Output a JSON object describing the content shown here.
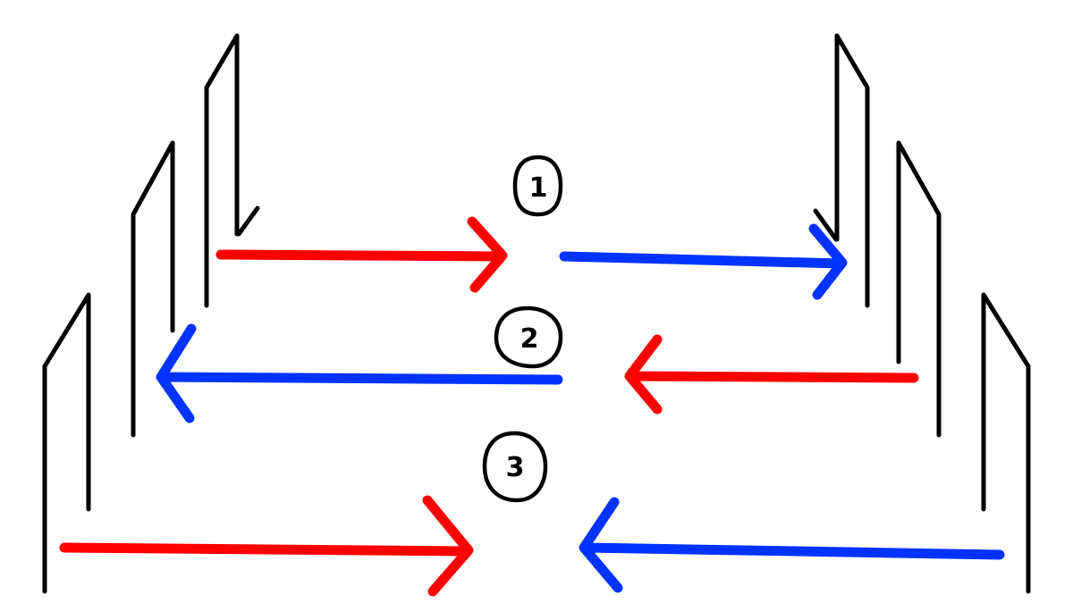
{
  "diagram": {
    "colors": {
      "wall": "#000000",
      "red": "#ff0000",
      "blue": "#0033ff"
    },
    "markers": [
      {
        "label": "1"
      },
      {
        "label": "2"
      },
      {
        "label": "3"
      }
    ],
    "rows": [
      {
        "left_arrow": {
          "color": "red",
          "direction": "right"
        },
        "right_arrow": {
          "color": "blue",
          "direction": "right"
        }
      },
      {
        "left_arrow": {
          "color": "blue",
          "direction": "left"
        },
        "right_arrow": {
          "color": "red",
          "direction": "left"
        }
      },
      {
        "left_arrow": {
          "color": "red",
          "direction": "right"
        },
        "right_arrow": {
          "color": "blue",
          "direction": "left"
        }
      }
    ]
  }
}
